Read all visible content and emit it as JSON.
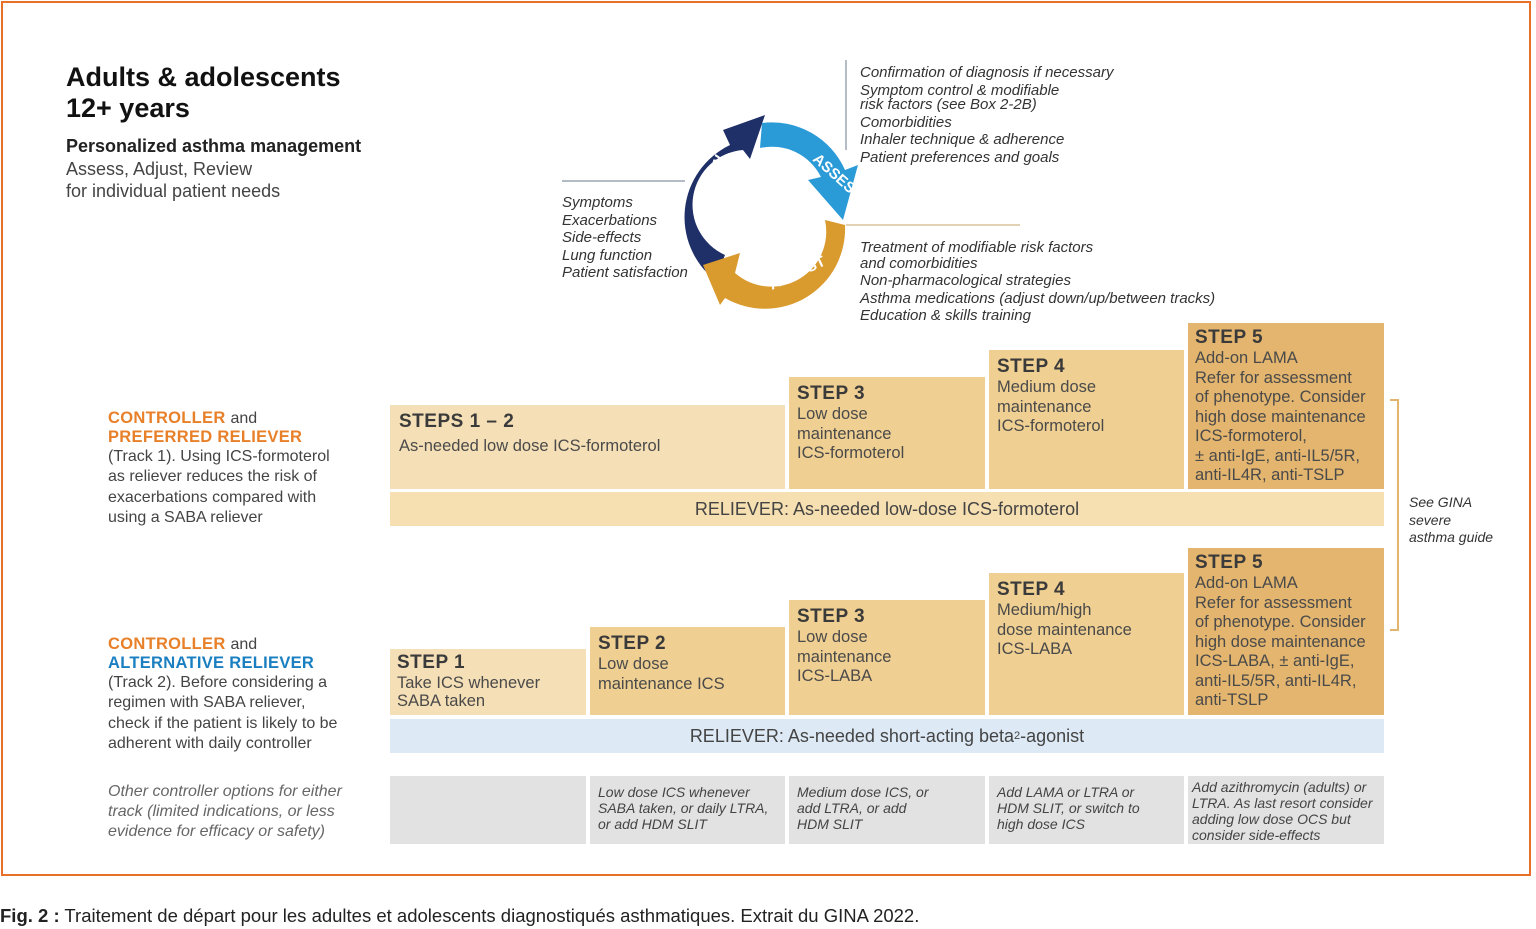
{
  "header": {
    "title_line1": "Adults & adolescents",
    "title_line2": "12+ years",
    "subtitle": "Personalized asthma management",
    "desc_line1": "Assess, Adjust, Review",
    "desc_line2": "for individual patient needs"
  },
  "cycle": {
    "assess_label": "ASSESS",
    "adjust_label": "ADJUST",
    "review_label": "REVIEW",
    "colors": {
      "assess": "#2b9bd8",
      "adjust": "#d99a2e",
      "review": "#1f2f68"
    },
    "assess_items": [
      "Confirmation of diagnosis if necessary",
      "Symptom control & modifiable",
      "risk factors (see Box 2-2B)",
      "Comorbidities",
      "Inhaler technique & adherence",
      "Patient preferences and goals"
    ],
    "adjust_items": [
      "Treatment of modifiable risk factors",
      "and comorbidities",
      "Non-pharmacological strategies",
      "Asthma medications (adjust down/up/between tracks)",
      "Education & skills training"
    ],
    "review_items": [
      "Symptoms",
      "Exacerbations",
      "Side-effects",
      "Lung function",
      "Patient satisfaction"
    ]
  },
  "track1": {
    "label_a": "CONTROLLER",
    "and": "and",
    "label_b": "PREFERRED RELIEVER",
    "desc": [
      "(Track 1). Using ICS-formoterol",
      "as reliever reduces the risk of",
      "exacerbations compared with",
      "using a SABA reliever"
    ],
    "steps": [
      {
        "title": "STEPS 1 – 2",
        "lines": [
          "As-needed low dose ICS-formoterol"
        ]
      },
      {
        "title": "STEP 3",
        "lines": [
          "Low dose",
          "maintenance",
          "ICS-formoterol"
        ]
      },
      {
        "title": "STEP 4",
        "lines": [
          "Medium dose",
          "maintenance",
          "ICS-formoterol"
        ]
      },
      {
        "title": "STEP 5",
        "lines": [
          "Add-on LAMA",
          "Refer for assessment",
          "of phenotype. Consider",
          "high dose maintenance",
          "ICS-formoterol,",
          "± anti-IgE, anti-IL5/5R,",
          "anti-IL4R, anti-TSLP"
        ]
      }
    ],
    "reliever": "RELIEVER: As-needed low-dose ICS-formoterol"
  },
  "track2": {
    "label_a": "CONTROLLER",
    "and": "and",
    "label_b": "ALTERNATIVE RELIEVER",
    "desc": [
      "(Track 2). Before considering a",
      "regimen with SABA reliever,",
      "check if the patient is likely to be",
      "adherent with daily controller"
    ],
    "steps": [
      {
        "title": "STEP 1",
        "lines": [
          "Take ICS whenever",
          "SABA taken"
        ]
      },
      {
        "title": "STEP 2",
        "lines": [
          "Low dose",
          "maintenance ICS"
        ]
      },
      {
        "title": "STEP 3",
        "lines": [
          "Low dose",
          "maintenance",
          "ICS-LABA"
        ]
      },
      {
        "title": "STEP 4",
        "lines": [
          "Medium/high",
          "dose maintenance",
          "ICS-LABA"
        ]
      },
      {
        "title": "STEP 5",
        "lines": [
          "Add-on LAMA",
          "Refer for assessment",
          "of phenotype. Consider",
          "high dose maintenance",
          "ICS-LABA, ± anti-IgE,",
          "anti-IL5/5R, anti-IL4R,",
          "anti-TSLP"
        ]
      }
    ],
    "reliever_prefix": "RELIEVER: As-needed short-acting beta",
    "reliever_sub": "2",
    "reliever_suffix": "-agonist"
  },
  "other": {
    "label": [
      "Other controller options for either",
      "track (limited indications, or less",
      "evidence for efficacy or safety)"
    ],
    "cells": [
      [
        "Low dose ICS whenever",
        "SABA taken, or daily LTRA,",
        "or add HDM SLIT"
      ],
      [
        "Medium dose ICS, or",
        "add LTRA, or add",
        "HDM SLIT"
      ],
      [
        "Add LAMA or LTRA or",
        "HDM SLIT, or switch to",
        "high dose ICS"
      ],
      [
        "Add azithromycin (adults) or",
        "LTRA. As last resort consider",
        "adding low dose OCS but",
        "consider side-effects"
      ]
    ]
  },
  "side_note": [
    "See GINA",
    "severe",
    "asthma guide"
  ],
  "caption": {
    "label": "Fig. 2 :",
    "text": " Traitement de départ pour les adultes et adolescents diagnostiqués asthmatiques. Extrait du GINA 2022."
  }
}
